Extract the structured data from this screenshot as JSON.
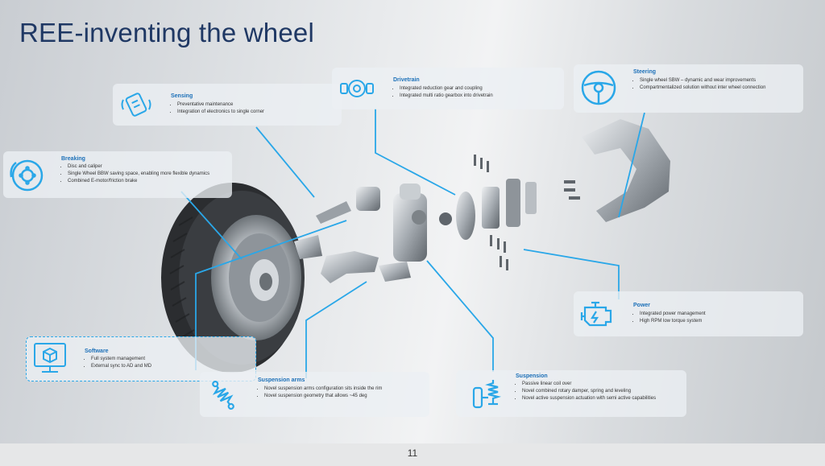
{
  "title": "REE-inventing the wheel",
  "page_number": "11",
  "colors": {
    "accent": "#2aa7e8",
    "title": "#1f3864",
    "box_title": "#1c70b8"
  },
  "sensing": {
    "icon": "sensor-chip-icon",
    "title": "Sensing",
    "items": [
      "Preventative maintenance",
      "Integration of electronics to single corner"
    ]
  },
  "drivetrain": {
    "icon": "gearbox-icon",
    "title": "Drivetrain",
    "items": [
      "Integrated reduction gear and coupling",
      "Integrated multi ratio gearbox into drivetrain"
    ]
  },
  "steering": {
    "icon": "steering-wheel-icon",
    "title": "Steering",
    "items": [
      "Single wheel SBW – dynamic and wear improvements",
      "Compartmentalized solution without inter wheel connection"
    ]
  },
  "breaking": {
    "icon": "brake-disc-icon",
    "title": "Breaking",
    "items": [
      "Disc and caliper",
      "Single Wheel BBW saving space, enabling more flexible dynamics",
      "Combined E-motor/friction brake"
    ]
  },
  "power": {
    "icon": "engine-icon",
    "title": "Power",
    "items": [
      "Integrated power management",
      "High RPM low torque system"
    ]
  },
  "software": {
    "icon": "software-cube-icon",
    "title": "Software",
    "items": [
      "Full system management",
      "External sync to AD and MD"
    ]
  },
  "suspension_arms": {
    "icon": "spring-damper-icon",
    "title": "Suspension arms",
    "items": [
      "Novel suspension arms configuration sits inside the rim",
      "Novel suspension geometry that allows ~45 deg"
    ]
  },
  "suspension": {
    "icon": "suspension-strut-icon",
    "title": "Suspension",
    "items": [
      "Passive linear coil over",
      "Novel combined rotary damper, spring and leveling",
      "Novel active suspension actuation with semi active capabilities"
    ]
  }
}
